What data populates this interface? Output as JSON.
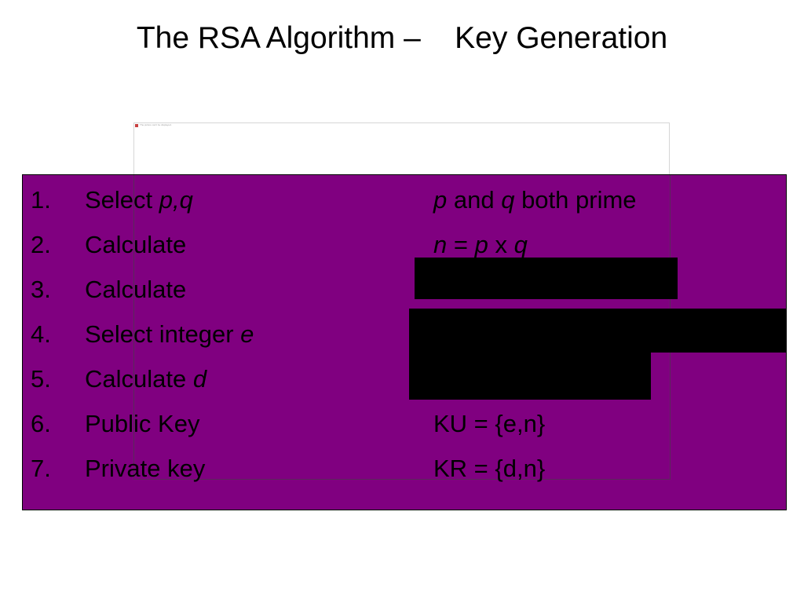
{
  "slide": {
    "title": "The RSA Algorithm –    Key Generation"
  },
  "image_placeholder": {
    "caption": "The picture can't be displayed."
  },
  "steps": [
    {
      "num": "1.",
      "action_plain": "Select ",
      "action_var": "p,q",
      "detail_var1": "p",
      "detail_mid": " and ",
      "detail_var2": "q",
      "detail_tail": " both prime"
    },
    {
      "num": "2.",
      "action_plain": "Calculate",
      "detail_eq_n": "n",
      "detail_eq_mid": " = ",
      "detail_eq_p": "p",
      "detail_eq_x": " x ",
      "detail_eq_q": "q"
    },
    {
      "num": "3.",
      "action_plain": "Calculate"
    },
    {
      "num": "4.",
      "action_plain": "Select integer ",
      "action_var": "e"
    },
    {
      "num": "5.",
      "action_plain": "Calculate ",
      "action_var": "d"
    },
    {
      "num": "6.",
      "action_plain": "Public Key",
      "detail": "KU = {e,n}"
    },
    {
      "num": "7.",
      "action_plain": "Private key",
      "detail": "KR = {d,n}"
    }
  ],
  "colors": {
    "box_background": "#800080",
    "redaction": "#000000"
  }
}
